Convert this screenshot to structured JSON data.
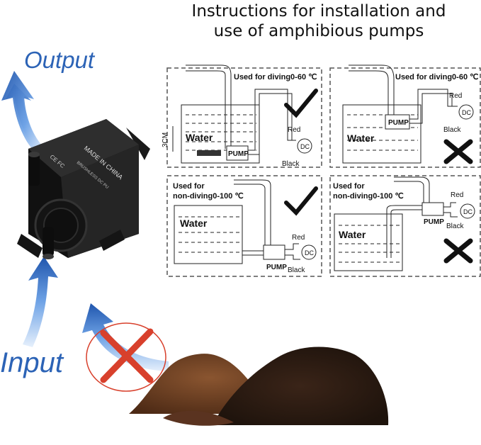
{
  "title": {
    "line1": "Instructions for installation and",
    "line2": "use of amphibious pumps"
  },
  "labels": {
    "output": "Output",
    "input": "Input"
  },
  "pump_body": {
    "text1": "MADE IN CHINA",
    "text2": "BRUSHLESS DC PU",
    "text3": "CE FC"
  },
  "panels": [
    {
      "caption": "Used for diving0-60 ℃",
      "water": "Water",
      "depth": "3CM",
      "pump": "PUMP",
      "red": "Red",
      "black": "Black",
      "dc": "DC",
      "status": "ok"
    },
    {
      "caption": "Used for diving0-60 ℃",
      "water": "Water",
      "pump": "PUMP",
      "red": "Red",
      "black": "Black",
      "dc": "DC",
      "status": "wrong"
    },
    {
      "caption_line1": "Used for",
      "caption_line2": "non-diving0-100 ℃",
      "water": "Water",
      "pump": "PUMP",
      "red": "Red",
      "black": "Black",
      "dc": "DC",
      "status": "ok"
    },
    {
      "caption_line1": "Used for",
      "caption_line2": "non-diving0-100 ℃",
      "water": "Water",
      "pump": "PUMP",
      "red": "Red",
      "black": "Black",
      "dc": "DC",
      "status": "wrong"
    }
  ],
  "colors": {
    "arrow_blue": "#2c63b6",
    "no_cross_red": "#d8402c",
    "soil_brown": "#6b3e22"
  }
}
